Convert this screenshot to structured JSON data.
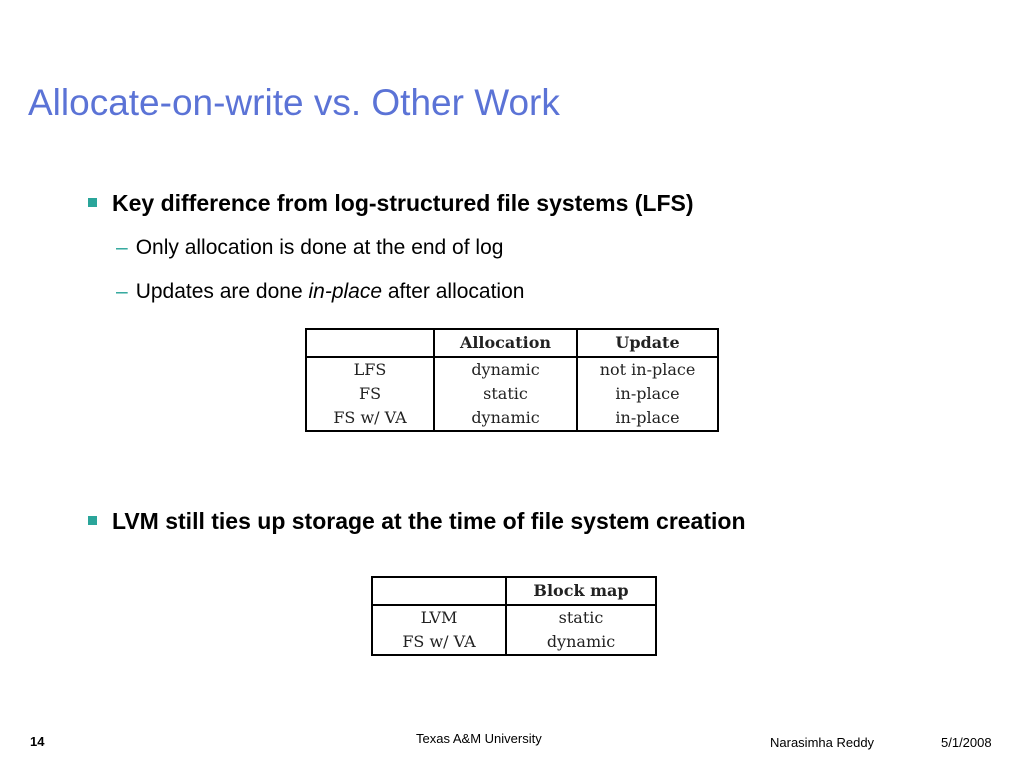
{
  "slide": {
    "title": "Allocate-on-write vs. Other Work"
  },
  "bullets": [
    {
      "text": "Key difference from log-structured file systems (LFS)",
      "sub": [
        {
          "text": "Only allocation is done at the end of log"
        },
        {
          "before": "Updates are done ",
          "emphasis": "in-place",
          "after": " after allocation"
        }
      ]
    },
    {
      "text": "LVM still ties up storage at the time of file system creation"
    }
  ],
  "table_allocation": {
    "headers": [
      "",
      "Allocation",
      "Update"
    ],
    "rows": [
      [
        "LFS",
        "dynamic",
        "not in-place"
      ],
      [
        "FS",
        "static",
        "in-place"
      ],
      [
        "FS w/ VA",
        "dynamic",
        "in-place"
      ]
    ]
  },
  "table_blockmap": {
    "headers": [
      "",
      "Block map"
    ],
    "rows": [
      [
        "LVM",
        "static"
      ],
      [
        "FS w/ VA",
        "dynamic"
      ]
    ]
  },
  "footer": {
    "page_number": "14",
    "organization": "Texas A&M University",
    "author": "Narasimha Reddy",
    "date": "5/1/2008"
  },
  "colors": {
    "title": "#5b73d6",
    "bullet": "#2aa59a"
  }
}
